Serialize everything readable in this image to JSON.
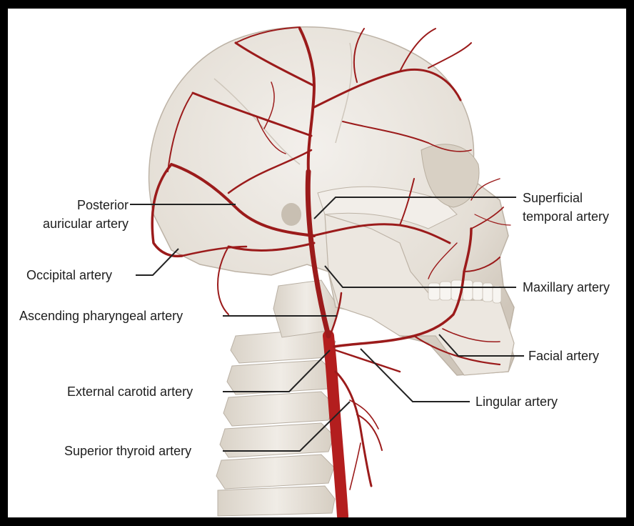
{
  "labels": {
    "posterior_auricular": [
      "Posterior",
      "auricular artery"
    ],
    "occipital": "Occipital artery",
    "ascending_pharyngeal": "Ascending pharyngeal artery",
    "external_carotid": "External carotid artery",
    "superior_thyroid": "Superior thyroid artery",
    "superficial_temporal": [
      "Superficial",
      "temporal artery"
    ],
    "maxillary": "Maxillary artery",
    "facial": "Facial artery",
    "lingular": "Lingular artery"
  },
  "colors": {
    "artery": "#9b1b1b",
    "artery_main": "#b31e1e",
    "bone": "#e8e3dc",
    "bone_shadow": "#cfc7bc",
    "leader": "#222222"
  }
}
